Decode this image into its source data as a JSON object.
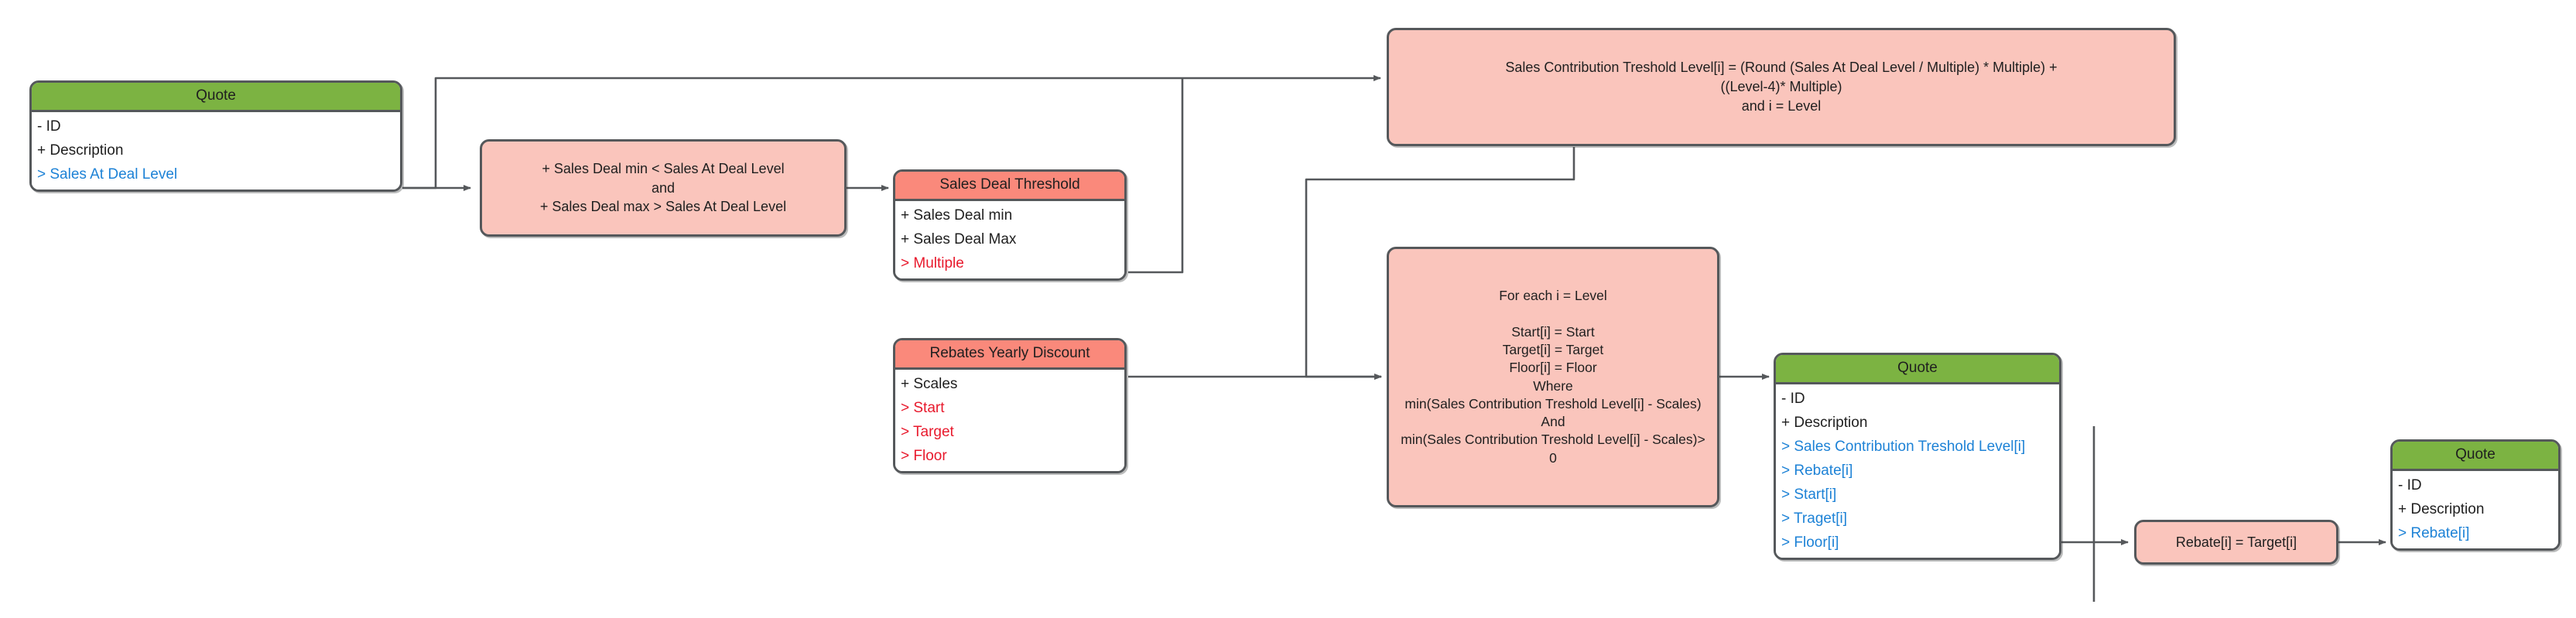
{
  "diagram": {
    "colors": {
      "entity_header_green": "#7cb342",
      "entity_header_salmon": "#fa897b",
      "process_fill": "#fac5bc",
      "border": "#55585b",
      "link_blue": "#1d82d6",
      "link_red": "#e8192c",
      "background": "#ffffff"
    }
  },
  "nodes": {
    "quote_source": {
      "title": "Quote",
      "rows": [
        {
          "text": "- ID",
          "style": "plain"
        },
        {
          "text": "+ Description",
          "style": "plain"
        },
        {
          "text": "> Sales At Deal Level",
          "style": "blue"
        }
      ]
    },
    "deal_condition": {
      "text": "+ Sales Deal min < Sales At Deal Level\nand\n+ Sales Deal max > Sales At Deal Level"
    },
    "sales_deal_threshold": {
      "title": "Sales Deal Threshold",
      "rows": [
        {
          "text": "+ Sales Deal min",
          "style": "plain"
        },
        {
          "text": "+ Sales Deal Max",
          "style": "plain"
        },
        {
          "text": "> Multiple",
          "style": "red"
        }
      ]
    },
    "threshold_formula": {
      "text": "Sales Contribution Treshold Level[i] =  (Round (Sales At Deal Level / Multiple) * Multiple) +\n((Level-4)* Multiple)\nand i = Level"
    },
    "rebates_yearly_discount": {
      "title": "Rebates Yearly Discount",
      "rows": [
        {
          "text": "+ Scales",
          "style": "plain"
        },
        {
          "text": "> Start",
          "style": "red"
        },
        {
          "text": "> Target",
          "style": "red"
        },
        {
          "text": "> Floor",
          "style": "red"
        }
      ]
    },
    "for_each_level": {
      "text": "For each i = Level\n\nStart[i] = Start\nTarget[i] = Target\nFloor[i] = Floor\nWhere\nmin(Sales Contribution Treshold Level[i] - Scales)\nAnd\nmin(Sales Contribution Treshold Level[i] - Scales)> 0"
    },
    "quote_result": {
      "title": "Quote",
      "rows": [
        {
          "text": "- ID",
          "style": "plain"
        },
        {
          "text": "+ Description",
          "style": "plain"
        },
        {
          "text": "> Sales Contribution Treshold Level[i]",
          "style": "blue"
        },
        {
          "text": "> Rebate[i]",
          "style": "blue"
        },
        {
          "text": "> Start[i]",
          "style": "blue"
        },
        {
          "text": "> Traget[i]",
          "style": "blue"
        },
        {
          "text": "> Floor[i]",
          "style": "blue"
        }
      ]
    },
    "rebate_assignment": {
      "text": "Rebate[i] = Target[i]"
    },
    "quote_final": {
      "title": "Quote",
      "rows": [
        {
          "text": "- ID",
          "style": "plain"
        },
        {
          "text": "+ Description",
          "style": "plain"
        },
        {
          "text": "> Rebate[i]",
          "style": "blue"
        }
      ]
    }
  }
}
